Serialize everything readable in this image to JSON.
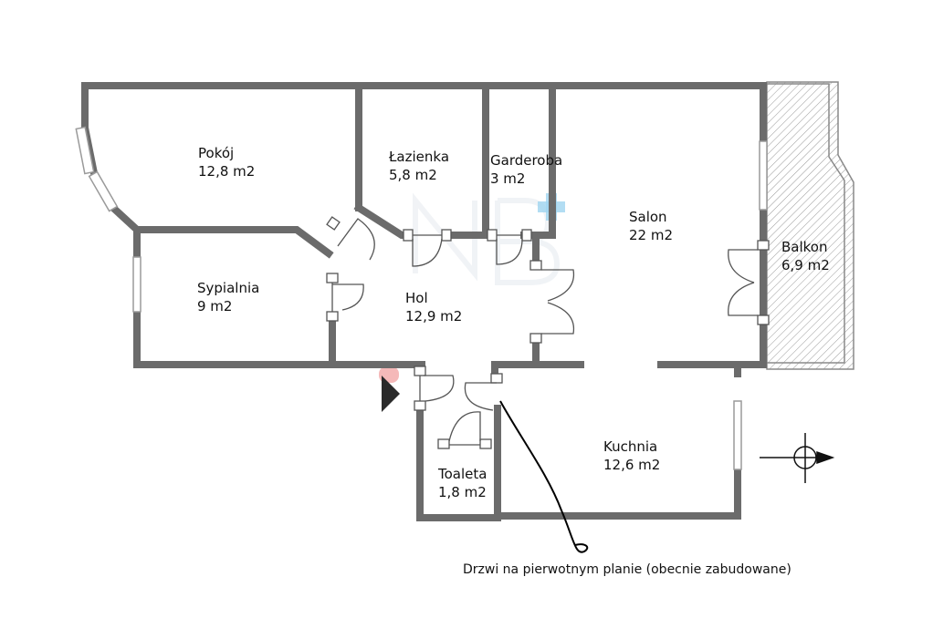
{
  "rooms": [
    {
      "name": "Pokój",
      "area": "12,8 m2"
    },
    {
      "name": "Łazienka",
      "area": "5,8 m2"
    },
    {
      "name": "Garderoba",
      "area": "3 m2"
    },
    {
      "name": "Salon",
      "area": "22 m2"
    },
    {
      "name": "Balkon",
      "area": "6,9 m2"
    },
    {
      "name": "Sypialnia",
      "area": "9 m2"
    },
    {
      "name": "Hol",
      "area": "12,9 m2"
    },
    {
      "name": "Kuchnia",
      "area": "12,6 m2"
    },
    {
      "name": "Toaleta",
      "area": "1,8 m2"
    }
  ],
  "annotation": "Drzwi na pierwotnym planie (obecnie zabudowane)",
  "colors": {
    "wall": "#6b6b6b",
    "window": "#9a9a9a",
    "door_arc": "#555555",
    "annotation_line": "#000000"
  },
  "icons": [
    "compass-icon",
    "entrance-arrow-icon",
    "watermark-logo"
  ]
}
